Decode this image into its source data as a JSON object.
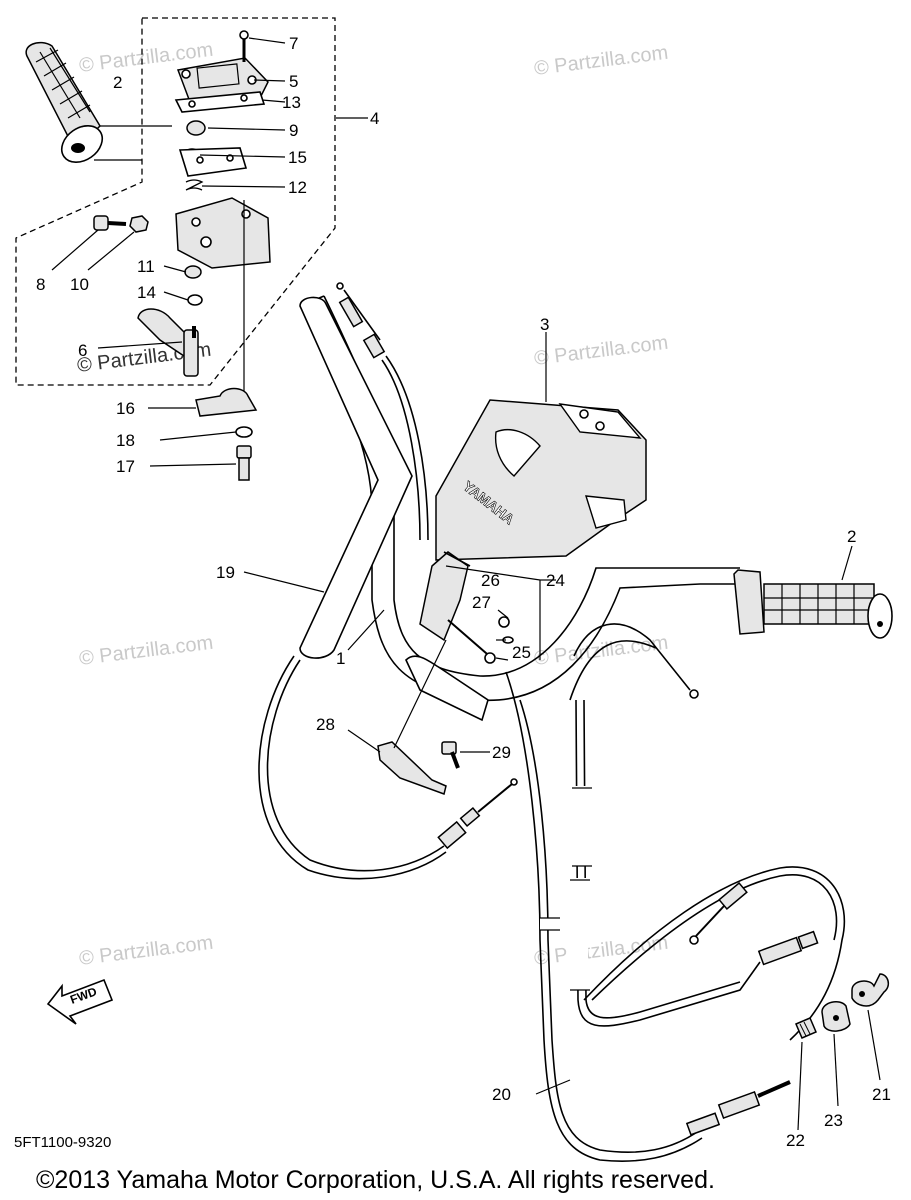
{
  "watermark": "© Partzilla.com",
  "diagram_code": "5FT1100-9320",
  "direction_label": "FWD",
  "copyright": "©2013 Yamaha Motor Corporation, U.S.A. All rights reserved.",
  "cover_brand": "YAMAHA",
  "callouts": {
    "c1": "1",
    "c2a": "2",
    "c2b": "2",
    "c3": "3",
    "c4": "4",
    "c5": "5",
    "c6": "6",
    "c7": "7",
    "c8": "8",
    "c9": "9",
    "c10": "10",
    "c11": "11",
    "c12": "12",
    "c13": "13",
    "c14": "14",
    "c15": "15",
    "c16": "16",
    "c17": "17",
    "c18": "18",
    "c19": "19",
    "c20": "20",
    "c21": "21",
    "c22": "22",
    "c23": "23",
    "c24": "24",
    "c25": "25",
    "c26": "26",
    "c27": "27",
    "c28": "28",
    "c29": "29"
  }
}
